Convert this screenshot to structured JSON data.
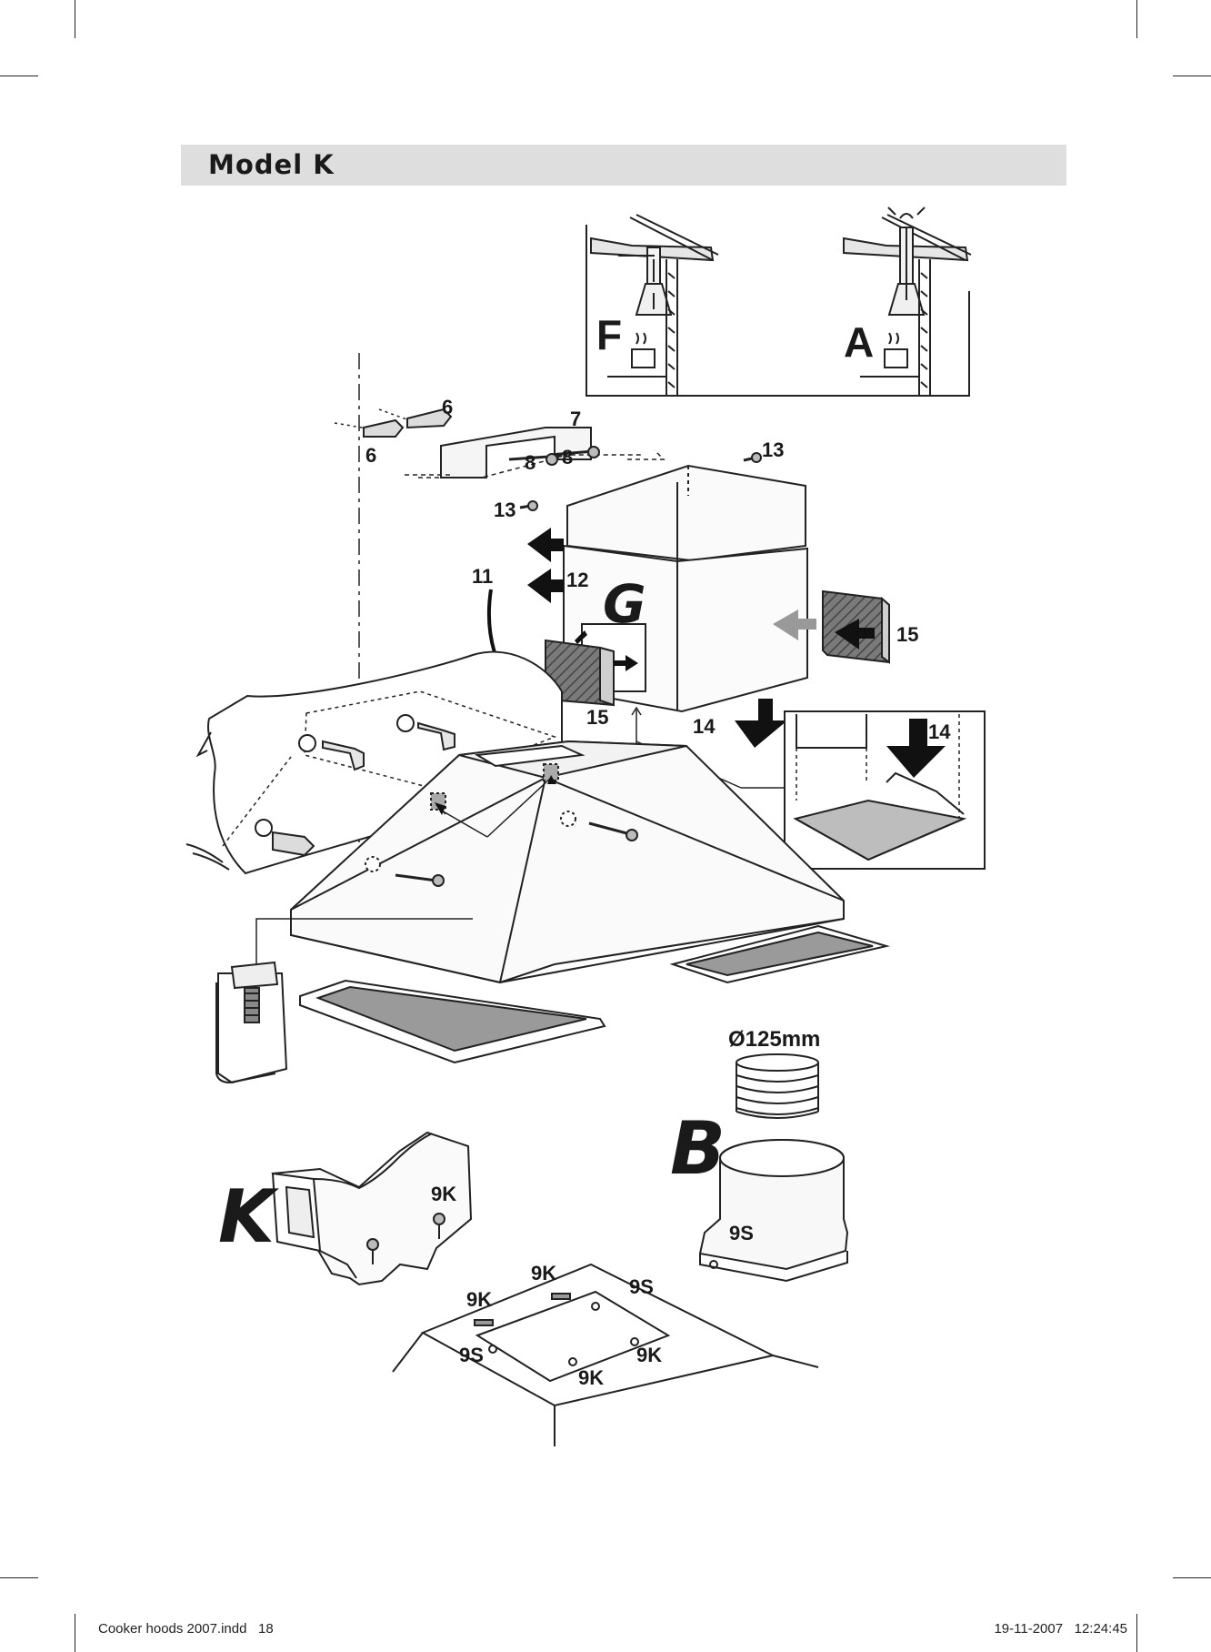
{
  "title": "Model K",
  "footer": {
    "file": "Cooker hoods 2007.indd",
    "page": "18",
    "date": "19-11-2007",
    "time": "12:24:45"
  },
  "letters": {
    "filter_mode": "F",
    "aspiration_mode": "A",
    "chimney": "G",
    "kit_k": "K",
    "kit_b": "B"
  },
  "parts": {
    "p6": "6",
    "p7": "7",
    "p8": "8",
    "p9k": "9K",
    "p9s": "9S",
    "p11": "11",
    "p12": "12",
    "p13": "13",
    "p14": "14",
    "p15": "15"
  },
  "duct_diameter": "Ø125mm"
}
